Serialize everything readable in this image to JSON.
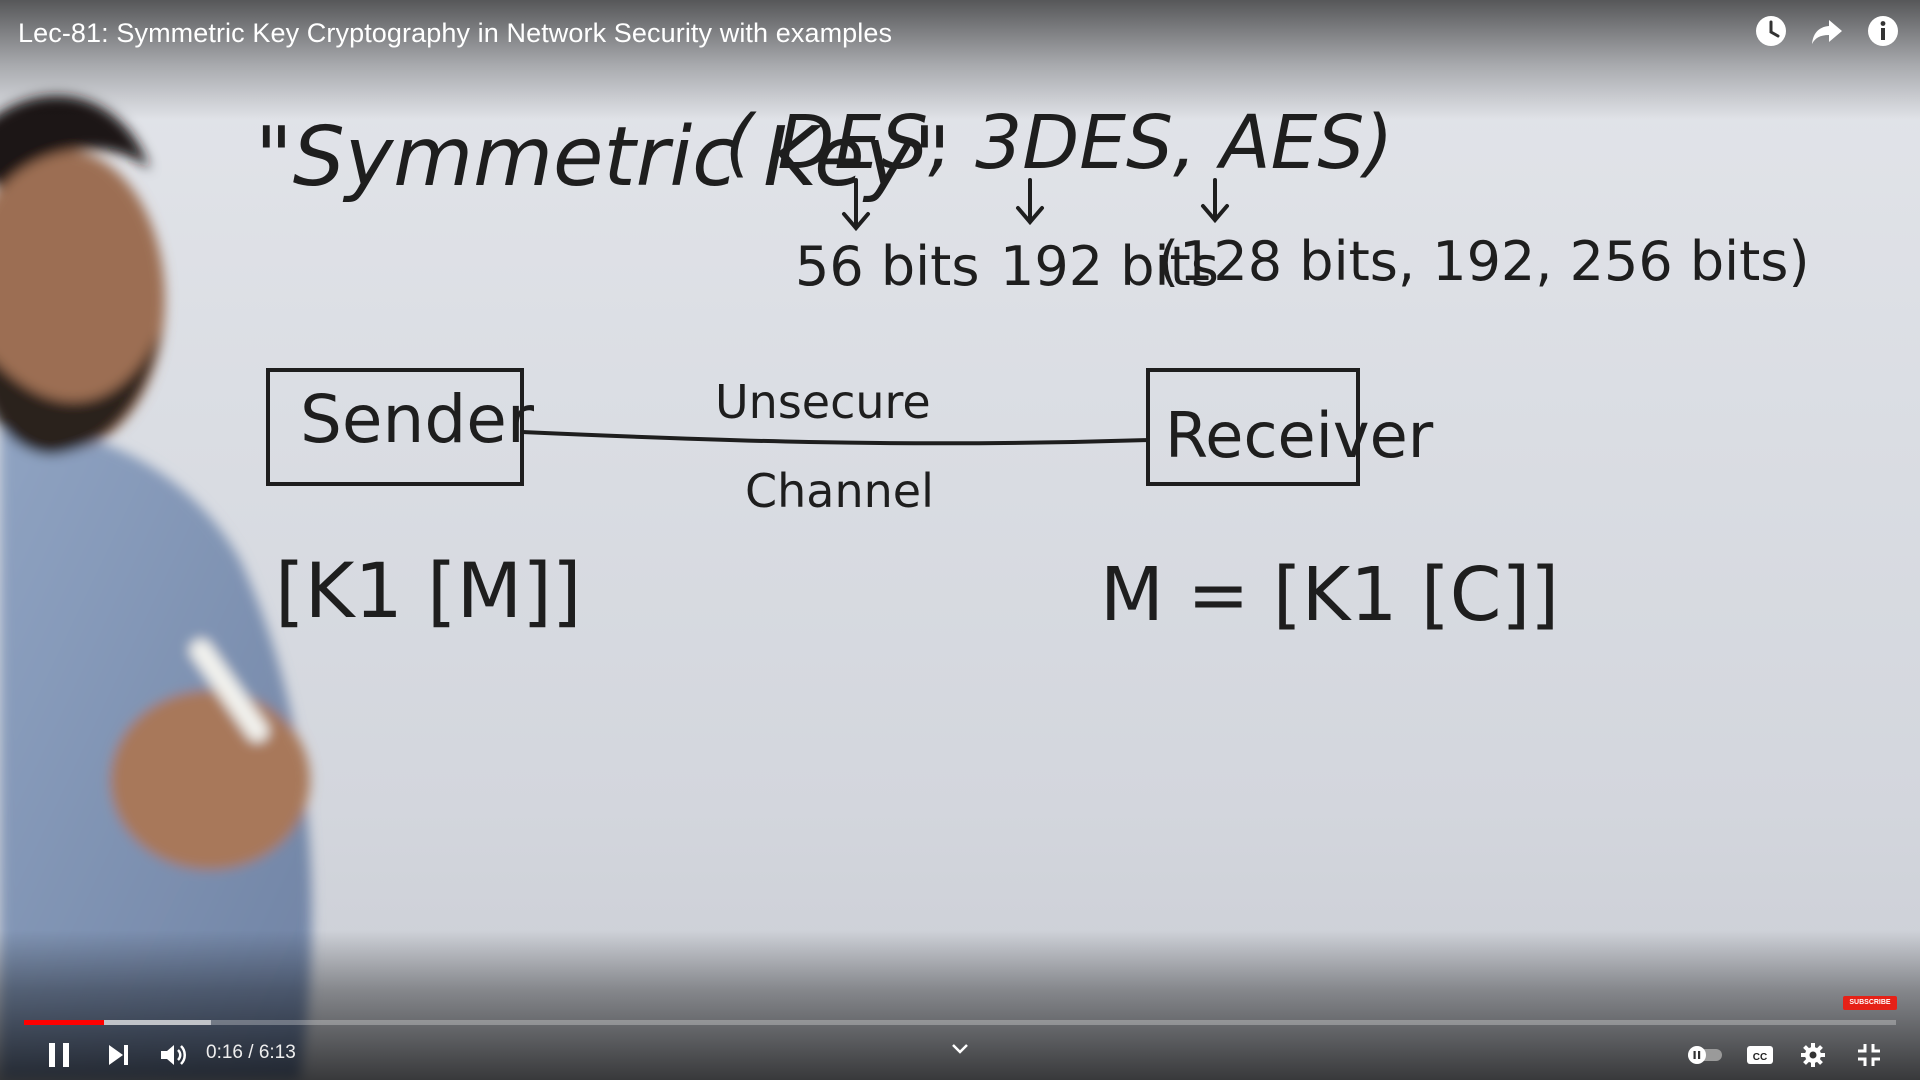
{
  "video": {
    "title": "Lec-81: Symmetric Key Cryptography in Network Security with examples"
  },
  "top_actions": [
    {
      "name": "watch-later",
      "icon": "clock-icon"
    },
    {
      "name": "share",
      "icon": "share-arrow-icon"
    },
    {
      "name": "info",
      "icon": "info-icon"
    }
  ],
  "whiteboard": {
    "heading": "\"Symmetric Key\"",
    "algorithms": [
      "DES",
      "3DES",
      "AES"
    ],
    "algorithms_text": "( DES, 3DES, AES)",
    "key_sizes": {
      "des": "56 bits",
      "3des": "192 bits",
      "aes": "(128 bits, 192, 256 bits)"
    },
    "sender_label": "Sender",
    "receiver_label": "Receiver",
    "channel_top": "Unsecure",
    "channel_bottom": "Channel",
    "encrypt_formula": "[K1 [M]]",
    "decrypt_formula": "M = [K1 [C]]"
  },
  "player": {
    "current_time": "0:16",
    "duration": "6:13",
    "time_display": "0:16 / 6:13",
    "progress_fraction": 0.043,
    "buffered_fraction": 0.1,
    "watermark": "SUBSCRIBE",
    "accent_color": "#ff0000"
  }
}
